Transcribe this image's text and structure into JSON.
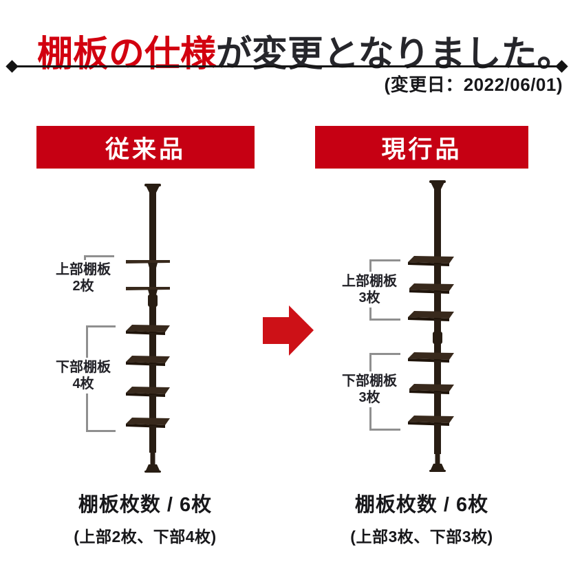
{
  "title": {
    "highlight": "棚板の仕様",
    "rest": "が変更となりました。"
  },
  "date_note": "(変更日：2022/06/01)",
  "colors": {
    "title_red": "#d2000f",
    "banner_red": "#c60013",
    "arrow_red": "#cd1117",
    "text_dark": "#222228",
    "bracket_gray": "#8f8f8f",
    "pole_brown": "#281d13",
    "shelf_top_brown": "#38291c",
    "shelf_front_brown": "#1e1309"
  },
  "icons": {
    "arrow": "right-arrow-icon",
    "line_ends": "diamond-icon"
  },
  "columns": [
    {
      "banner_label": "従来品",
      "upper_label_line1": "上部棚板",
      "upper_label_line2": "2枚",
      "lower_label_line1": "下部棚板",
      "lower_label_line2": "4枚",
      "upper_shelf_count": 2,
      "lower_shelf_count": 4,
      "caption_line1": "棚板枚数 / 6枚",
      "caption_line2": "(上部2枚、下部4枚)"
    },
    {
      "banner_label": "現行品",
      "upper_label_line1": "上部棚板",
      "upper_label_line2": "3枚",
      "lower_label_line1": "下部棚板",
      "lower_label_line2": "3枚",
      "upper_shelf_count": 3,
      "lower_shelf_count": 3,
      "caption_line1": "棚板枚数 / 6枚",
      "caption_line2": "(上部3枚、下部3枚)"
    }
  ]
}
